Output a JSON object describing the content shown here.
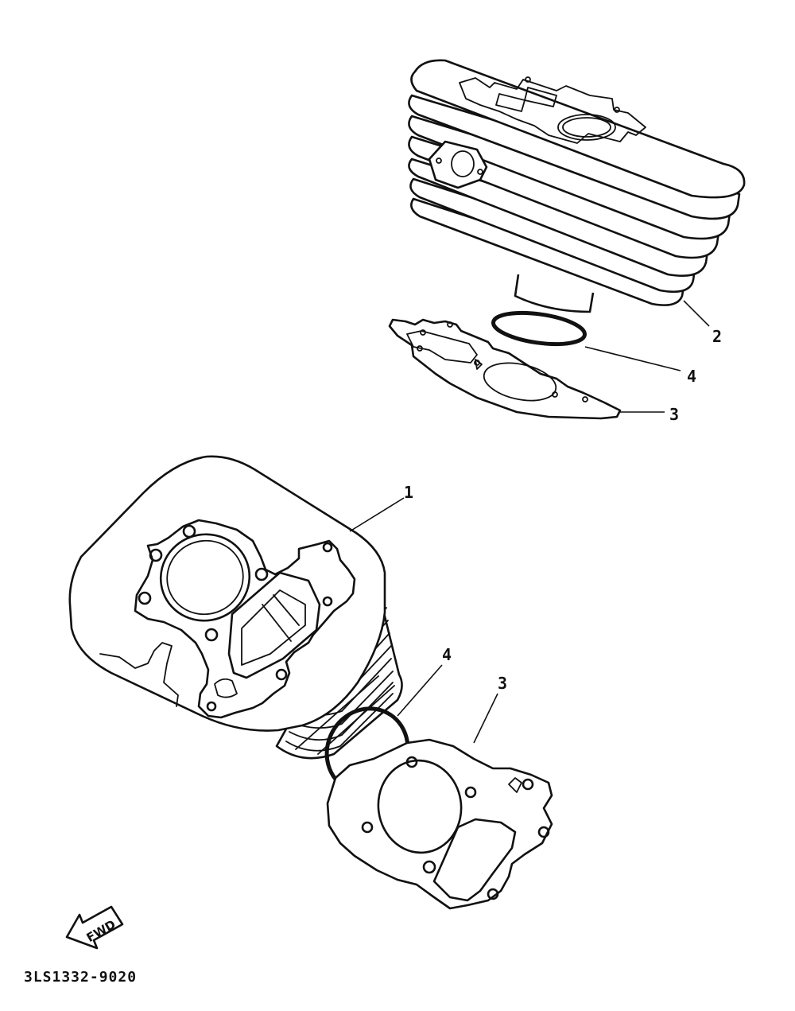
{
  "callouts": {
    "upper_cylinder": "2",
    "upper_o_ring": "4",
    "upper_gasket": "3",
    "lower_cylinder": "1",
    "lower_o_ring": "4",
    "lower_gasket": "3"
  },
  "fwd_label": "FWD",
  "diagram_code": "3LS1332-9020"
}
